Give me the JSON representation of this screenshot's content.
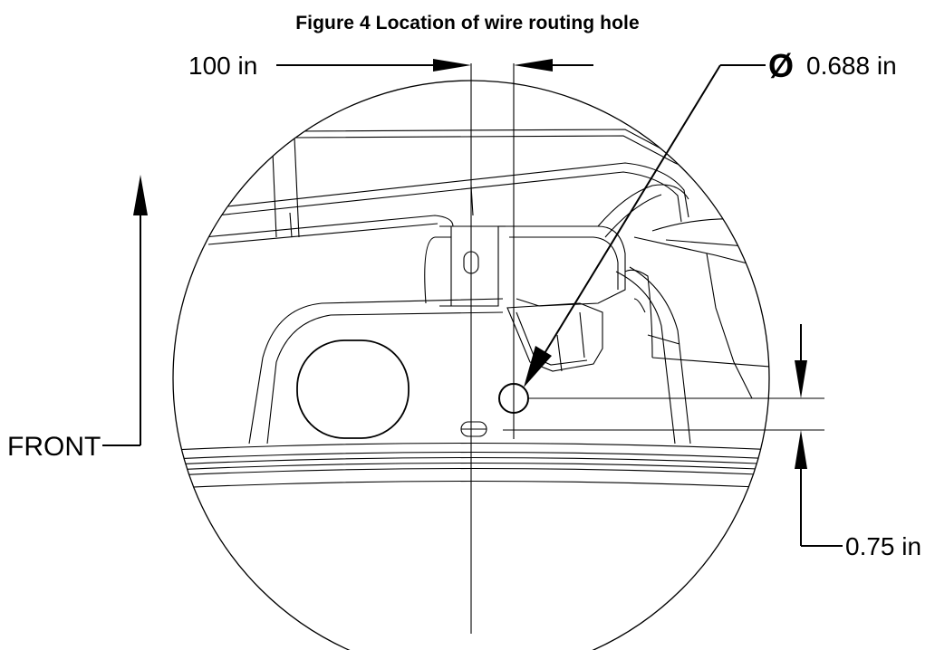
{
  "figure": {
    "title": "Figure 4  Location of wire routing hole"
  },
  "dimensions": {
    "horizontal_offset": "100 in",
    "hole_diameter_symbol": "Ø",
    "hole_diameter_value": "0.688 in",
    "vertical_offset": "0.75 in"
  },
  "orientation": {
    "front_label": "FRONT"
  },
  "style": {
    "line_color": "#000000",
    "background": "#ffffff"
  }
}
